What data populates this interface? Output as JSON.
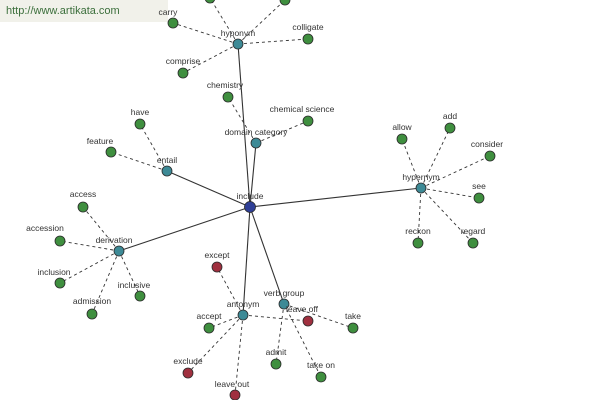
{
  "watermark": "http://www.artikata.com",
  "colors": {
    "hub": "#2f3f96",
    "relation": "#3d8a96",
    "word": "#3f8f3f",
    "antonym_word": "#a0303f",
    "edge": "#333333"
  },
  "graph": {
    "center": {
      "id": "include",
      "label": "include",
      "kind": "hub"
    },
    "relations": [
      {
        "id": "hyponym",
        "label": "hyponym",
        "kind": "relation",
        "parent": "include"
      },
      {
        "id": "domain_category",
        "label": "domain category",
        "kind": "relation",
        "parent": "include"
      },
      {
        "id": "entail",
        "label": "entail",
        "kind": "relation",
        "parent": "include"
      },
      {
        "id": "derivation",
        "label": "derivation",
        "kind": "relation",
        "parent": "include"
      },
      {
        "id": "hypernym",
        "label": "hypernym",
        "kind": "relation",
        "parent": "include"
      },
      {
        "id": "antonym",
        "label": "antonym",
        "kind": "relation",
        "parent": "include"
      },
      {
        "id": "verb_group",
        "label": "verb group",
        "kind": "relation",
        "parent": "include"
      }
    ],
    "words": [
      {
        "id": "carry",
        "label": "carry",
        "kind": "word",
        "parent": "hyponym"
      },
      {
        "id": "colligate",
        "label": "colligate",
        "kind": "word",
        "parent": "hyponym"
      },
      {
        "id": "comprise",
        "label": "comprise",
        "kind": "word",
        "parent": "hyponym"
      },
      {
        "id": "hyponym_offscreen_1",
        "label": "",
        "kind": "word",
        "parent": "hyponym"
      },
      {
        "id": "hyponym_offscreen_2",
        "label": "",
        "kind": "word",
        "parent": "hyponym"
      },
      {
        "id": "chemistry",
        "label": "chemistry",
        "kind": "word",
        "parent": "domain_category"
      },
      {
        "id": "chemical_science",
        "label": "chemical science",
        "kind": "word",
        "parent": "domain_category"
      },
      {
        "id": "have",
        "label": "have",
        "kind": "word",
        "parent": "entail"
      },
      {
        "id": "feature",
        "label": "feature",
        "kind": "word",
        "parent": "entail"
      },
      {
        "id": "access",
        "label": "access",
        "kind": "word",
        "parent": "derivation"
      },
      {
        "id": "accession",
        "label": "accession",
        "kind": "word",
        "parent": "derivation"
      },
      {
        "id": "inclusion",
        "label": "inclusion",
        "kind": "word",
        "parent": "derivation"
      },
      {
        "id": "inclusive",
        "label": "inclusive",
        "kind": "word",
        "parent": "derivation"
      },
      {
        "id": "admission",
        "label": "admission",
        "kind": "word",
        "parent": "derivation"
      },
      {
        "id": "allow",
        "label": "allow",
        "kind": "word",
        "parent": "hypernym"
      },
      {
        "id": "add",
        "label": "add",
        "kind": "word",
        "parent": "hypernym"
      },
      {
        "id": "consider",
        "label": "consider",
        "kind": "word",
        "parent": "hypernym"
      },
      {
        "id": "see",
        "label": "see",
        "kind": "word",
        "parent": "hypernym"
      },
      {
        "id": "regard",
        "label": "regard",
        "kind": "word",
        "parent": "hypernym"
      },
      {
        "id": "reckon",
        "label": "reckon",
        "kind": "word",
        "parent": "hypernym"
      },
      {
        "id": "except",
        "label": "except",
        "kind": "antonym_word",
        "parent": "antonym"
      },
      {
        "id": "accept",
        "label": "accept",
        "kind": "word",
        "parent": "antonym"
      },
      {
        "id": "exclude",
        "label": "exclude",
        "kind": "antonym_word",
        "parent": "antonym"
      },
      {
        "id": "leave_out",
        "label": "leave out",
        "kind": "antonym_word",
        "parent": "antonym"
      },
      {
        "id": "leave_off",
        "label": "leave off",
        "kind": "antonym_word",
        "parent": "antonym"
      },
      {
        "id": "admit",
        "label": "admit",
        "kind": "word",
        "parent": "verb_group"
      },
      {
        "id": "take_on",
        "label": "take on",
        "kind": "word",
        "parent": "verb_group"
      },
      {
        "id": "take",
        "label": "take",
        "kind": "word",
        "parent": "verb_group"
      }
    ]
  }
}
